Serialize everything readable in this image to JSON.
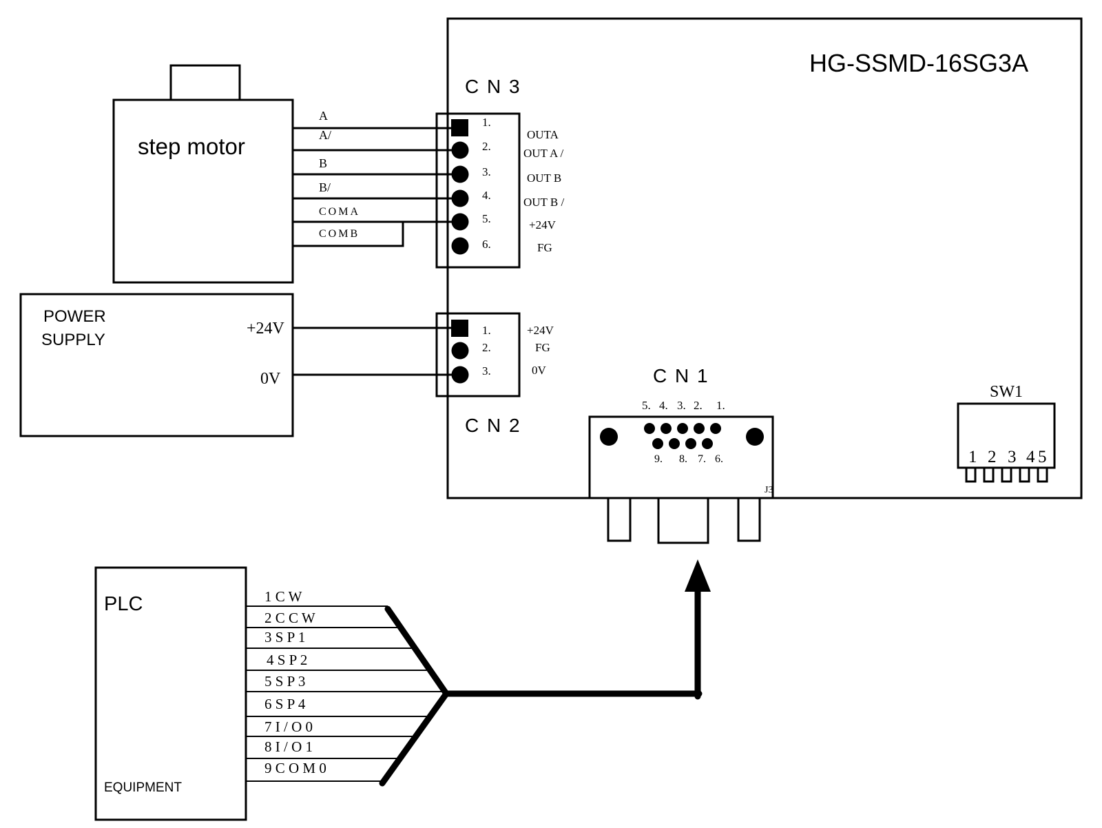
{
  "board": {
    "model": "HG-SSMD-16SG3A"
  },
  "motor": {
    "label": "step motor",
    "wires": [
      "A",
      "A/",
      "B",
      "B/",
      "COMA",
      "COMB"
    ]
  },
  "power_supply": {
    "line1": "POWER",
    "line2": "SUPPLY",
    "plus": "+24V",
    "zero": "0V"
  },
  "cn3": {
    "title": "C N 3",
    "pins": [
      "1.",
      "2.",
      "3.",
      "4.",
      "5.",
      "6."
    ],
    "signals": [
      "OUTA",
      "OUT A /",
      "OUT B",
      "OUT B /",
      "+24V",
      "FG"
    ]
  },
  "cn2": {
    "title": "C N 2",
    "pins": [
      "1.",
      "2.",
      "3."
    ],
    "signals": [
      "+24V",
      "FG",
      "0V"
    ]
  },
  "cn1": {
    "title": "C N 1",
    "top_pins": [
      "5.",
      "4.",
      "3.",
      "2.",
      "1."
    ],
    "bottom_pins": [
      "9.",
      "8.",
      "7.",
      "6."
    ],
    "ref": "J3"
  },
  "sw1": {
    "title": "SW1",
    "positions": [
      "1",
      "2",
      "3",
      "4",
      "5"
    ]
  },
  "plc": {
    "title": "PLC",
    "footer": "EQUIPMENT",
    "signals": [
      "1 C W",
      "2 C C W",
      "3 S P 1",
      "4 S P 2",
      "5 S P 3",
      "6 S P 4",
      "7  I / O 0",
      "8  I / O 1",
      "9 C O M 0"
    ]
  }
}
